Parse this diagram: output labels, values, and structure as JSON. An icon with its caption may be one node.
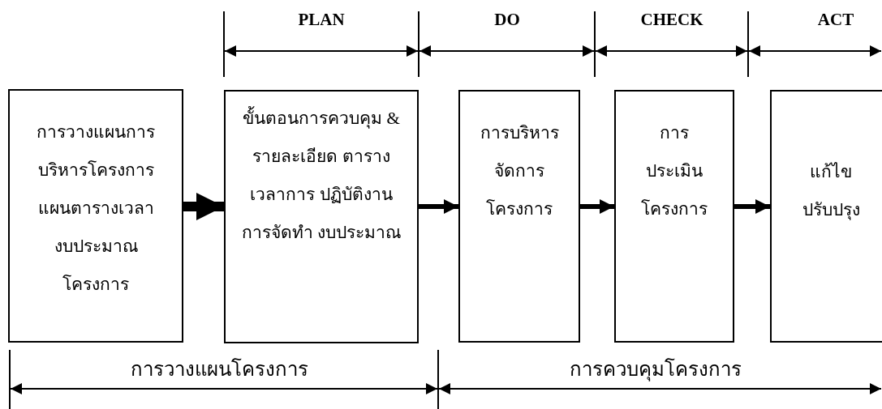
{
  "diagram": {
    "nodes": [
      {
        "text": [
          "การวางแผนการ บริหารโครงการ แผนตารางเวลา งบประมาณ โครงการ"
        ]
      },
      {
        "text": [
          "ขั้นตอนการควบคุม & รายละเอียด ตารางเวลาการ ปฏิบัติงาน การจัดทำ งบประมาณ"
        ]
      },
      {
        "text": [
          "การบริหาร จัดการ โครงการ"
        ]
      },
      {
        "text": [
          "การ ประเมิน โครงการ"
        ]
      },
      {
        "text": [
          "แก้ไข ปรับปรุง"
        ]
      }
    ],
    "edges": [
      {
        "from": 0,
        "to": 1,
        "arrow": "to",
        "style": "thick"
      },
      {
        "from": 1,
        "to": 2,
        "arrow": "to"
      },
      {
        "from": 2,
        "to": 3,
        "arrow": "to"
      },
      {
        "from": 3,
        "to": 4,
        "arrow": "to"
      }
    ],
    "labels": [
      "PLAN",
      "DO",
      "CHECK",
      "ACT",
      "การวางแผนโครงการ",
      "การควบคุมโครงการ"
    ]
  }
}
